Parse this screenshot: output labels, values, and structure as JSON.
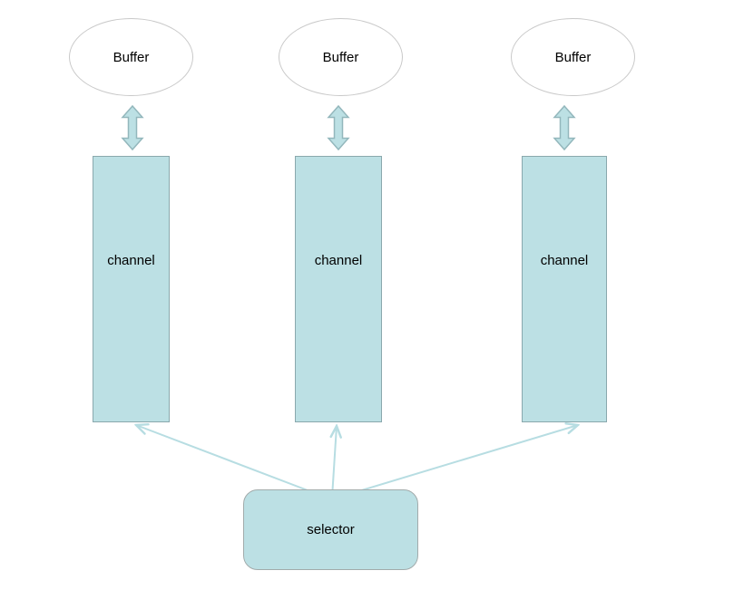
{
  "colors": {
    "background": "#ffffff",
    "shape_fill": "#bce0e4",
    "channel_border": "#8aa8ad",
    "ellipse_border": "#c9c9c9",
    "selector_border": "#a2abab",
    "arrow_border": "#93b7bc",
    "connector_color": "#b7dde2"
  },
  "buffers": [
    {
      "label": "Buffer"
    },
    {
      "label": "Buffer"
    },
    {
      "label": "Buffer"
    }
  ],
  "channels": [
    {
      "label": "channel"
    },
    {
      "label": "channel"
    },
    {
      "label": "channel"
    }
  ],
  "selector": {
    "label": "selector"
  }
}
